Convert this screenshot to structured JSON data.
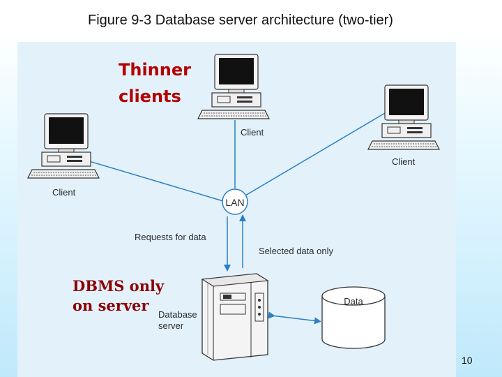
{
  "slide": {
    "title": "Figure 9-3 Database server architecture (two-tier)",
    "page_number": "10"
  },
  "diagram": {
    "annotation_top": [
      "Thinner",
      "clients"
    ],
    "annotation_bottom": [
      "DBMS only",
      "on server"
    ],
    "client_labels": [
      "Client",
      "Client",
      "Client"
    ],
    "lan_label": "LAN",
    "requests_label": "Requests for data",
    "selected_label": "Selected data only",
    "server_label": [
      "Database",
      "server"
    ],
    "data_label": "Data"
  }
}
